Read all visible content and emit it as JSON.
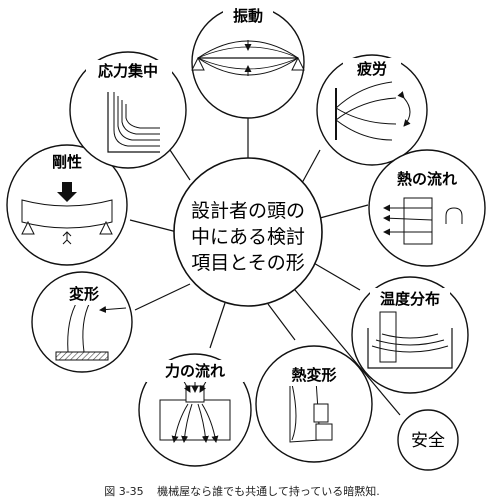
{
  "center": {
    "lines": [
      "設計者の頭の",
      "中にある検討",
      "項目とその形"
    ]
  },
  "nodes": [
    {
      "id": "vibration",
      "label": "振動"
    },
    {
      "id": "fatigue",
      "label": "疲労"
    },
    {
      "id": "heat-flow",
      "label": "熱の流れ"
    },
    {
      "id": "temperature-distribution",
      "label": "温度分布"
    },
    {
      "id": "safety",
      "label": "安全"
    },
    {
      "id": "thermal-deformation",
      "label": "熱変形"
    },
    {
      "id": "force-flow",
      "label": "力の流れ"
    },
    {
      "id": "deformation",
      "label": "変形"
    },
    {
      "id": "rigidity",
      "label": "剛性"
    },
    {
      "id": "stress-concentration",
      "label": "応力集中"
    }
  ],
  "caption": {
    "number": "図 3-35",
    "text": "機械屋なら誰でも共通して持っている暗黙知."
  },
  "colors": {
    "ink": "#111111",
    "hatch": "#444444",
    "background": "#ffffff"
  }
}
